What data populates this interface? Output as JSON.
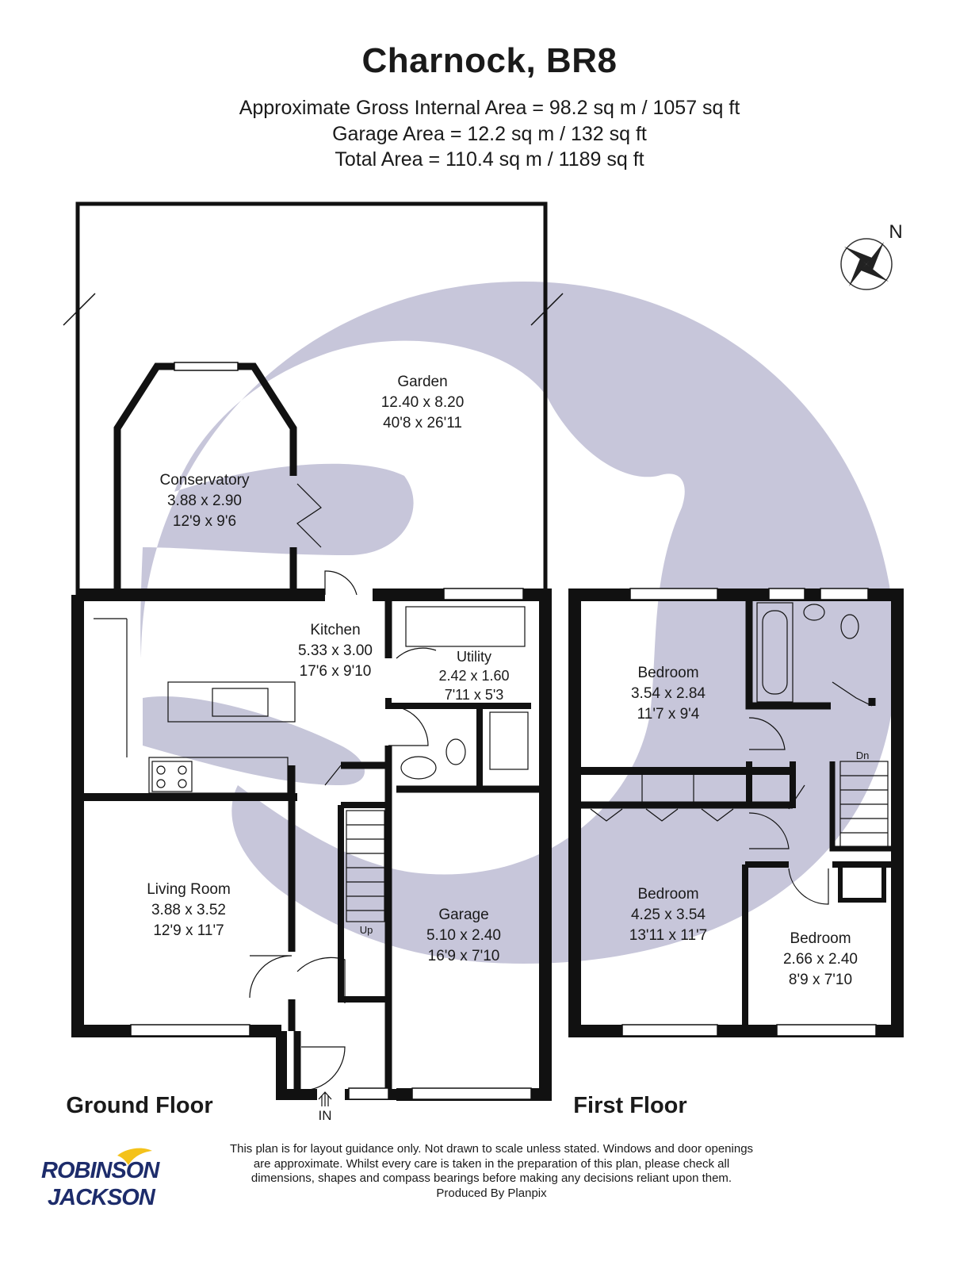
{
  "header": {
    "title": "Charnock, BR8",
    "area_lines": [
      "Approximate Gross Internal Area = 98.2 sq m / 1057 sq ft",
      "Garage Area = 12.2 sq m / 132 sq ft",
      "Total Area = 110.4 sq m / 1189 sq ft"
    ]
  },
  "compass": {
    "label": "N"
  },
  "rooms": {
    "garden": {
      "name": "Garden",
      "metric": "12.40 x 8.20",
      "imperial": "40'8 x 26'11"
    },
    "conservatory": {
      "name": "Conservatory",
      "metric": "3.88 x 2.90",
      "imperial": "12'9 x 9'6"
    },
    "kitchen": {
      "name": "Kitchen",
      "metric": "5.33 x 3.00",
      "imperial": "17'6 x 9'10"
    },
    "utility": {
      "name": "Utility",
      "metric": "2.42 x 1.60",
      "imperial": "7'11 x 5'3"
    },
    "living_room": {
      "name": "Living Room",
      "metric": "3.88 x 3.52",
      "imperial": "12'9 x 11'7"
    },
    "garage": {
      "name": "Garage",
      "metric": "5.10 x 2.40",
      "imperial": "16'9 x 7'10"
    },
    "bedroom_1": {
      "name": "Bedroom",
      "metric": "3.54 x 2.84",
      "imperial": "11'7 x 9'4"
    },
    "bedroom_2": {
      "name": "Bedroom",
      "metric": "4.25 x 3.54",
      "imperial": "13'11 x 11'7"
    },
    "bedroom_3": {
      "name": "Bedroom",
      "metric": "2.66 x 2.40",
      "imperial": "8'9 x 7'10"
    }
  },
  "stairs": {
    "up": "Up",
    "down": "Dn"
  },
  "entrance": {
    "label": "IN"
  },
  "floors": {
    "ground": "Ground Floor",
    "first": "First Floor"
  },
  "disclaimer": [
    "This plan is for layout guidance only. Not drawn to scale unless stated. Windows and door openings",
    "are approximate. Whilst every care is taken in the preparation of this plan, please check all",
    "dimensions, shapes and compass bearings before making any decisions reliant upon them.",
    "Produced By Planpix"
  ],
  "logo": {
    "line1": "ROBINSON",
    "line2": "JACKSON",
    "text_color": "#1d2c6b",
    "accent_color": "#f4c21a"
  },
  "colors": {
    "wall": "#111111",
    "watermark": "#c4c3d8"
  }
}
